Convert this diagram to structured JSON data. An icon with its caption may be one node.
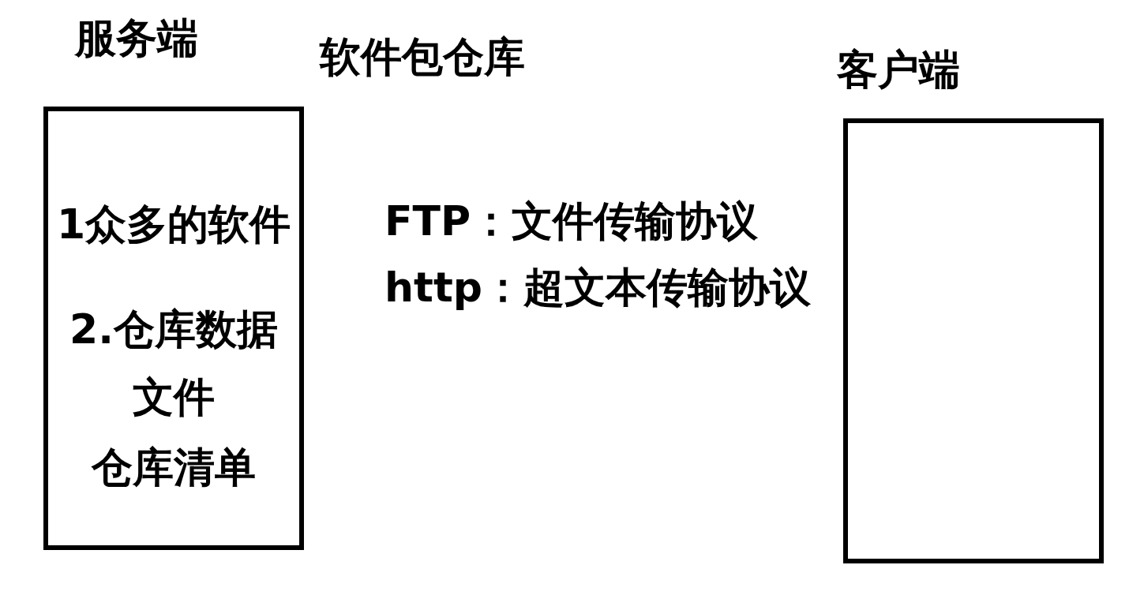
{
  "diagram": {
    "nodes": [
      {
        "text": [
          "服务端",
          "1众多的软件",
          "2.仓库数据文件",
          "仓库清单"
        ]
      },
      {
        "text": [
          "客户端"
        ]
      }
    ],
    "labels": [
      "软件包仓库",
      "FTP：文件传输协议",
      "http：超文本传输协议"
    ]
  }
}
